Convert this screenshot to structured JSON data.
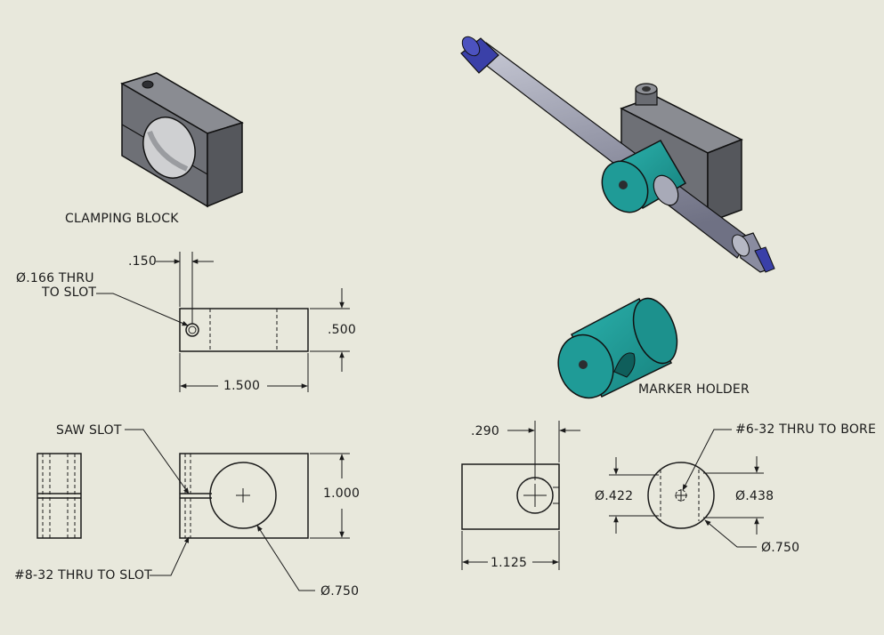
{
  "clamping_block": {
    "title": "CLAMPING BLOCK",
    "top_view": {
      "hole_dim": ".150",
      "hole_note_line1": "Ø.166 THRU",
      "hole_note_line2": "TO SLOT",
      "width_dim": "1.500",
      "height_dim": ".500"
    },
    "front_view": {
      "slot_note": "SAW SLOT",
      "height_dim": "1.000",
      "thread_note": "#8-32 THRU TO SLOT",
      "bore_dim": "Ø.750"
    }
  },
  "marker_holder": {
    "title": "MARKER HOLDER",
    "side_view": {
      "hole_dim": ".290",
      "length_dim": "1.125"
    },
    "end_view": {
      "thread_note": "#6-32 THRU TO BORE",
      "inner_left_dim": "Ø.422",
      "inner_right_dim": "Ø.438",
      "outer_dim": "Ø.750"
    }
  },
  "colors": {
    "background": "#e8e8dc",
    "steel": "#6f7177",
    "teal": "#1f9b97",
    "marker_cap": "#3a40a8",
    "line": "#1a1a1a"
  }
}
